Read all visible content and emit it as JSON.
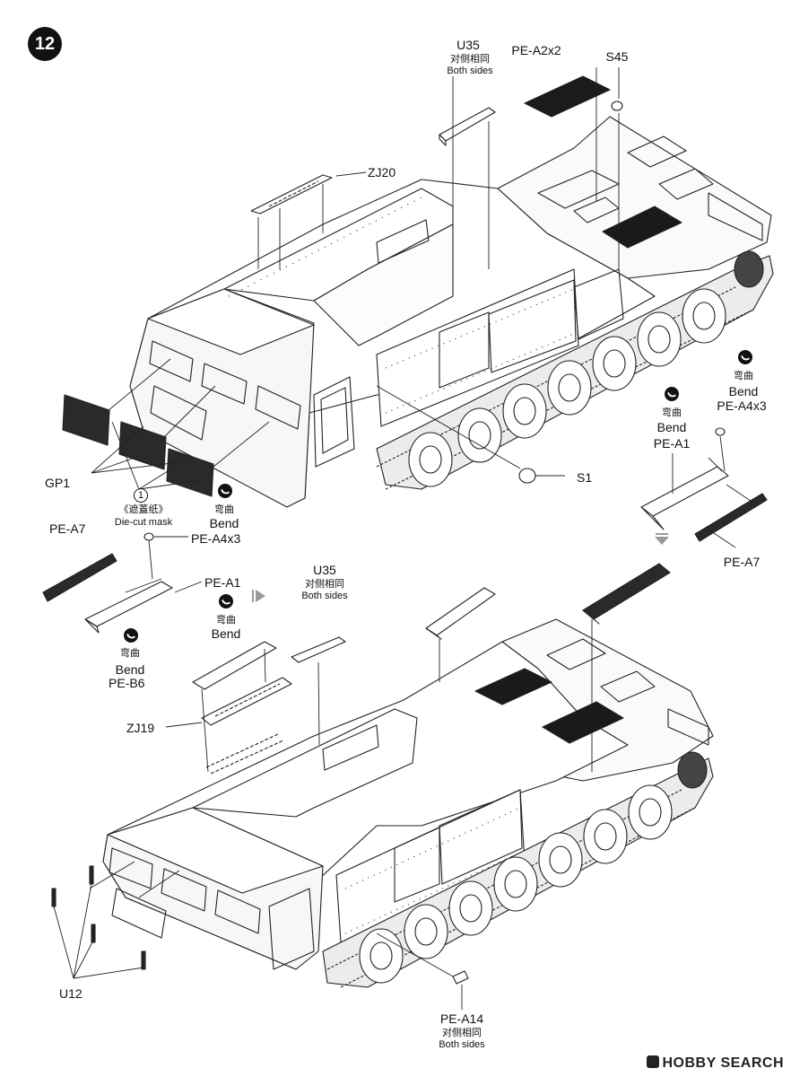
{
  "step": "12",
  "labels": {
    "u35_top": "U35",
    "u35_top_cn": "对侧相同",
    "u35_top_en": "Both sides",
    "pe_a2x2": "PE-A2x2",
    "s45": "S45",
    "zj20": "ZJ20",
    "gp1": "GP1",
    "mask_num": "1",
    "mask_cn": "《遮蓋纸》",
    "mask_en": "Die-cut mask",
    "bend_cn_1": "弯曲",
    "bend_en_1": "Bend",
    "pe_a4x3_left": "PE-A4x3",
    "pe_a7_left": "PE-A7",
    "pe_a1_left": "PE-A1",
    "bend_cn_2": "弯曲",
    "bend_en_2": "Bend",
    "bend_cn_3": "弯曲",
    "bend_en_3": "Bend",
    "u35_mid": "U35",
    "u35_mid_cn": "对侧相同",
    "u35_mid_en": "Both sides",
    "pe_b6": "PE-B6",
    "zj19": "ZJ19",
    "s1": "S1",
    "bend_cn_4": "弯曲",
    "bend_en_4": "Bend",
    "bend_cn_5": "弯曲",
    "bend_en_5": "Bend",
    "pe_a4x3_right": "PE-A4x3",
    "pe_a1_right": "PE-A1",
    "pe_a7_right": "PE-A7",
    "u12": "U12",
    "pe_a14": "PE-A14",
    "pe_a14_cn": "对侧相同",
    "pe_a14_en": "Both sides"
  },
  "watermark": "HOBBY SEARCH"
}
